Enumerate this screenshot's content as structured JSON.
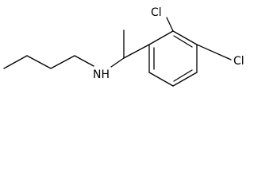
{
  "molecule": {
    "atoms": {
      "chlorine_ortho": "Cl",
      "chlorine_para": "Cl",
      "amine": "NH"
    },
    "bond_color": "#000000",
    "background_color": "#ffffff"
  }
}
